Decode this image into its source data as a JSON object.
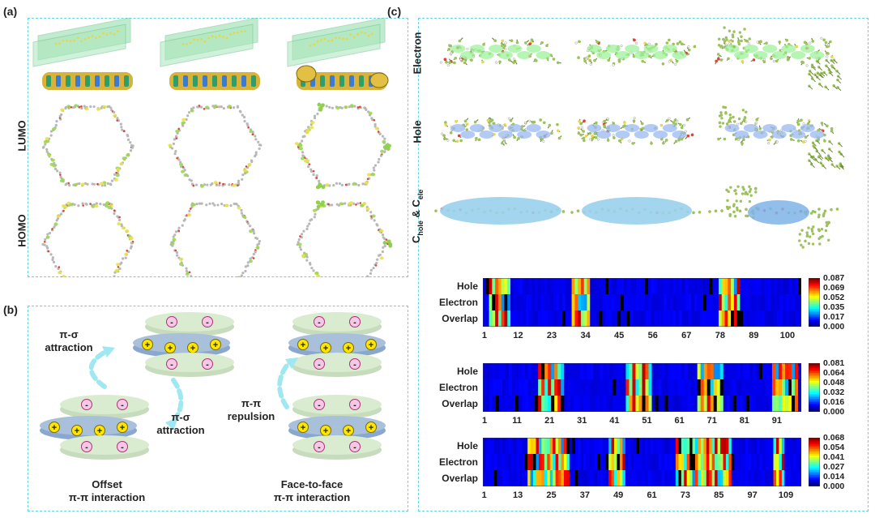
{
  "panel_labels": {
    "a": "(a)",
    "b": "(b)",
    "c": "(c)"
  },
  "panel_a": {
    "row_labels": [
      "LUMO",
      "HOMO"
    ]
  },
  "panel_b": {
    "labels": {
      "pi_sigma_1": "π-σ\nattraction",
      "pi_sigma_2": "π-σ\nattraction",
      "pi_pi_rep": "π-π\nrepulsion",
      "offset": "Offset\nπ-π interaction",
      "face": "Face-to-face\nπ-π interaction"
    },
    "charges": {
      "plus": "+",
      "minus": "-"
    }
  },
  "panel_c": {
    "row_labels": [
      "Electron",
      "Hole",
      "C_hole & C_ele"
    ],
    "row_label_parts": {
      "c": "C",
      "hole_sub": "hole",
      "amp": " & C",
      "ele_sub": "ele"
    },
    "heatmaps": [
      {
        "rows": [
          "Hole",
          "Electron",
          "Overlap"
        ],
        "x_ticks": [
          "1",
          "12",
          "23",
          "34",
          "45",
          "56",
          "67",
          "78",
          "89",
          "100"
        ],
        "colorbar_ticks": [
          "0.087",
          "0.069",
          "0.052",
          "0.035",
          "0.017",
          "0.000"
        ],
        "vmax": 0.087,
        "n_cols": 104
      },
      {
        "rows": [
          "Hole",
          "Electron",
          "Overlap"
        ],
        "x_ticks": [
          "1",
          "11",
          "21",
          "31",
          "41",
          "51",
          "61",
          "71",
          "81",
          "91"
        ],
        "colorbar_ticks": [
          "0.081",
          "0.064",
          "0.048",
          "0.032",
          "0.016",
          "0.000"
        ],
        "vmax": 0.081,
        "n_cols": 98
      },
      {
        "rows": [
          "Hole",
          "Electron",
          "Overlap"
        ],
        "x_ticks": [
          "1",
          "13",
          "25",
          "37",
          "49",
          "61",
          "73",
          "85",
          "97",
          "109"
        ],
        "colorbar_ticks": [
          "0.068",
          "0.054",
          "0.041",
          "0.027",
          "0.014",
          "0.000"
        ],
        "vmax": 0.068,
        "n_cols": 114
      }
    ]
  },
  "colors": {
    "panel_border": "#63d3e6",
    "plate_green": "#d9ecd0",
    "plate_blue": "#a9c0db",
    "plus_fill": "#ffe600",
    "minus_fill": "#f6c8e6",
    "arrow": "#9fe8f2"
  }
}
